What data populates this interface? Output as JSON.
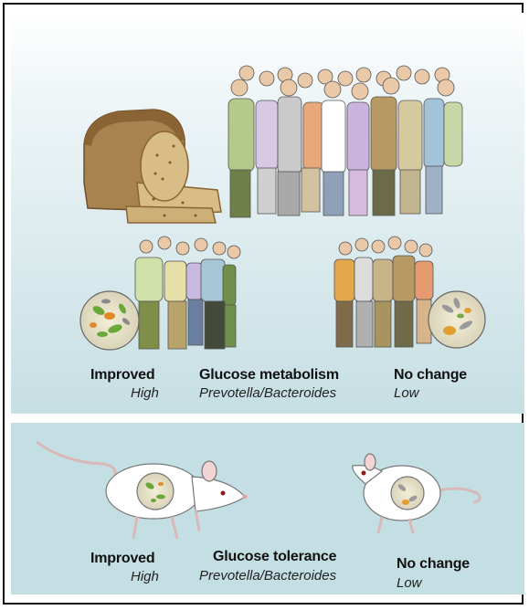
{
  "human_section": {
    "left": {
      "outcome": "Improved",
      "level": "High"
    },
    "center": {
      "measure": "Glucose metabolism",
      "bacteria": "Prevotella/Bacteroides"
    },
    "right": {
      "outcome": "No change",
      "level": "Low"
    }
  },
  "mouse_section": {
    "left": {
      "outcome": "Improved",
      "level": "High"
    },
    "center": {
      "measure": "Glucose tolerance",
      "bacteria": "Prevotella/Bacteroides"
    },
    "right": {
      "outcome": "No change",
      "level": "Low"
    }
  },
  "colors": {
    "panel_top": "#c6dfe3",
    "panel_bottom": "#c4dfe3",
    "border": "#111111",
    "bread": "#b08a55"
  }
}
